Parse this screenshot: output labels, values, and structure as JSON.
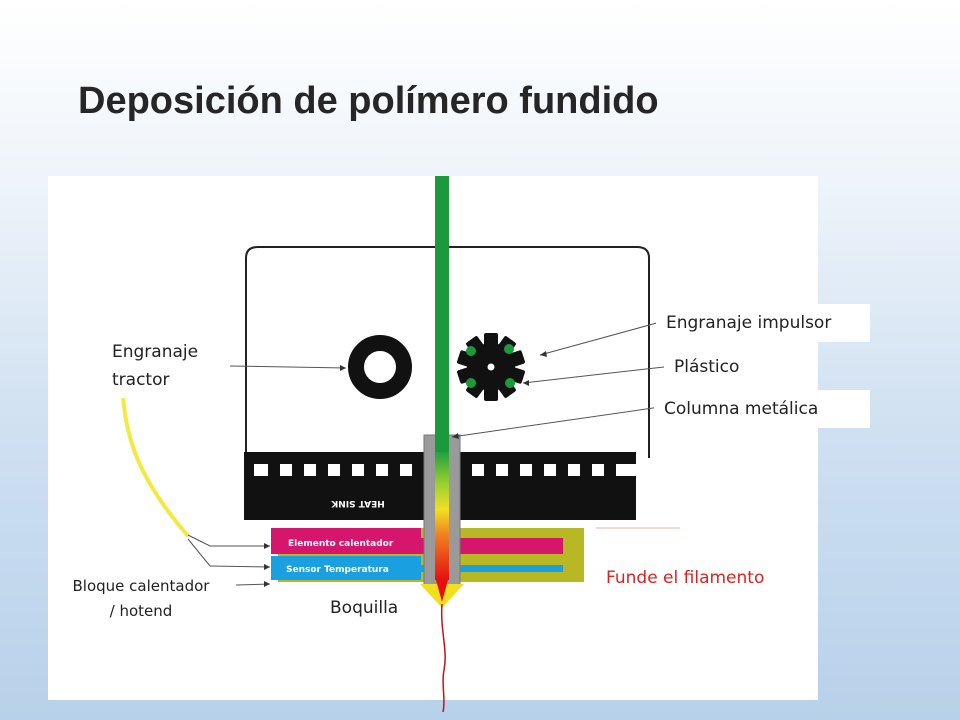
{
  "title": "Deposición de polímero fundido",
  "diagram": {
    "heat_sink_text": "HEAT SINK",
    "element_heater_label": "Elemento calentador",
    "sensor_label": "Sensor Temperatura"
  },
  "labels": {
    "engranaje_tractor": [
      "Engranaje",
      "tractor"
    ],
    "engranaje_impulsor": "Engranaje impulsor",
    "plastico": "Plástico",
    "columna_metalica": "Columna metálica",
    "bloque_calentador": [
      "Bloque calentador",
      "/ hotend"
    ],
    "boquilla": "Boquilla",
    "funde_filamento": "Funde el filamento"
  },
  "colors": {
    "filament": "#1a9a3a",
    "heater_element": "#d6156c",
    "sensor": "#1aa0e0",
    "hotend_block": "#b8b824",
    "melt_text": "#e02020"
  }
}
